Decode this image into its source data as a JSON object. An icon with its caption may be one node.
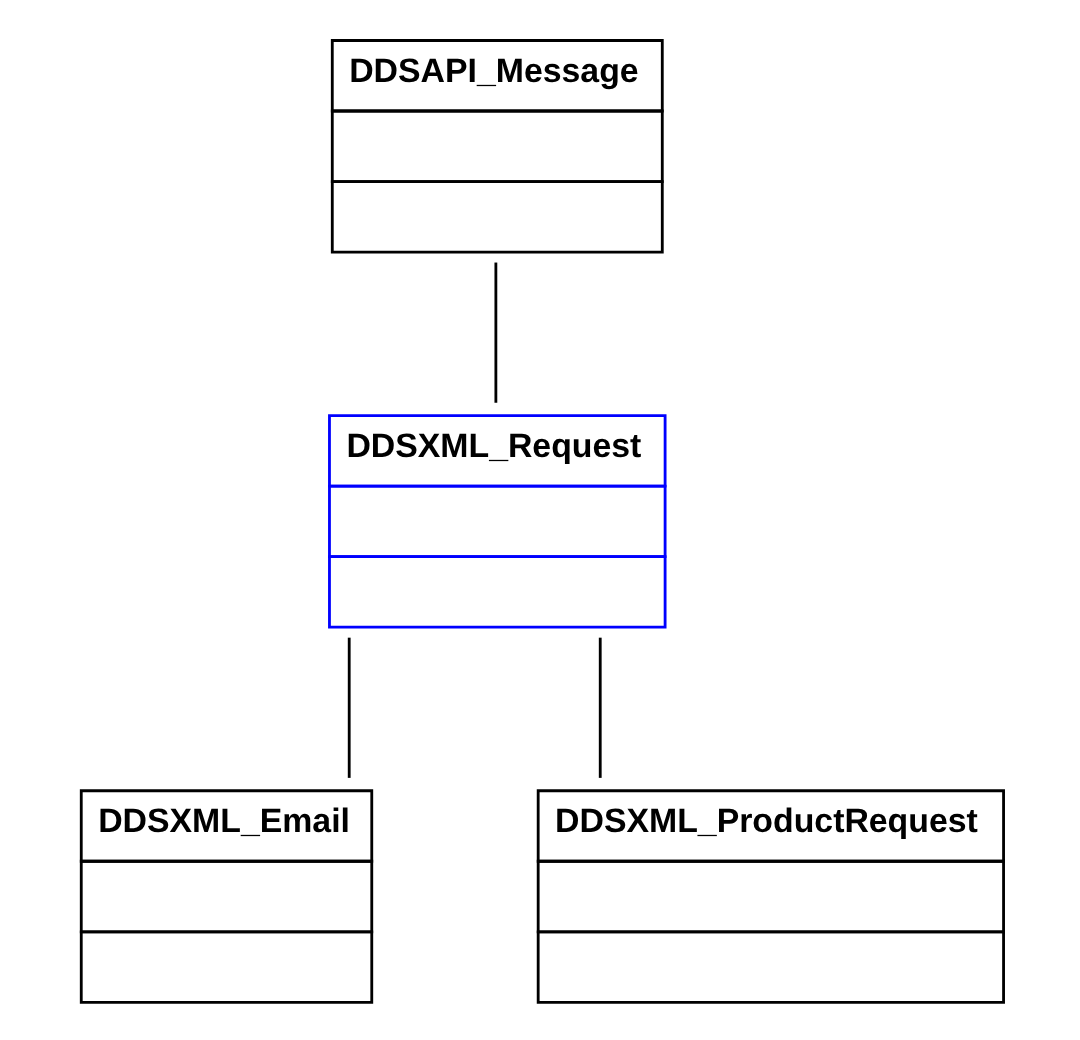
{
  "diagram": {
    "nodes": [
      {
        "text": [
          "DDSAPI_Message"
        ]
      },
      {
        "text": [
          "DDSXML_Request"
        ]
      },
      {
        "text": [
          "DDSXML_Email"
        ]
      },
      {
        "text": [
          "DDSXML_ProductRequest"
        ]
      }
    ],
    "edges": [
      {
        "from": 0,
        "to": 1,
        "arrow": "none"
      },
      {
        "from": 1,
        "to": 2,
        "arrow": "none"
      },
      {
        "from": 1,
        "to": 3,
        "arrow": "none"
      }
    ]
  }
}
